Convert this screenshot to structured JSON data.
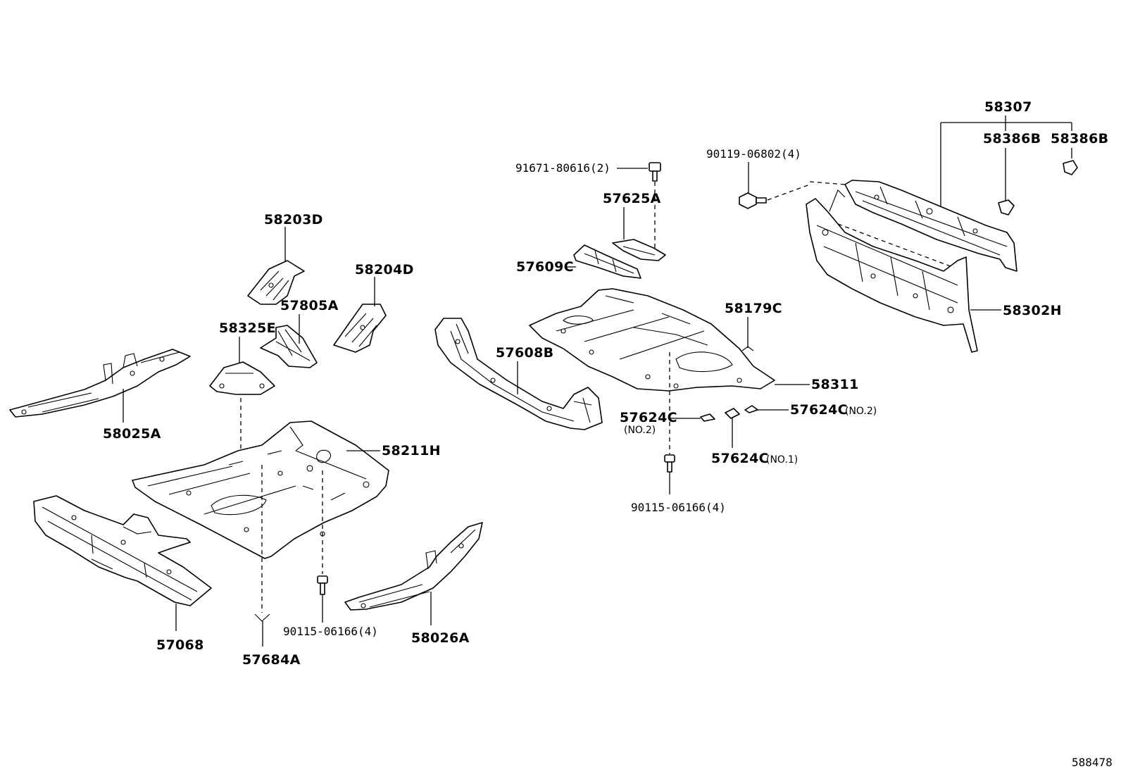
{
  "diagram_id": "588478",
  "labels": {
    "p58307": "58307",
    "p58386b_1": "58386B",
    "p58386b_2": "58386B",
    "p90119": "90119-06802(4)",
    "p91671": "91671-80616(2)",
    "p57625a": "57625A",
    "p57609c": "57609C",
    "p58203d": "58203D",
    "p58204d": "58204D",
    "p57805a": "57805A",
    "p58325e": "58325E",
    "p58025a": "58025A",
    "p58211h": "58211H",
    "p57608b": "57608B",
    "p58179c": "58179C",
    "p58302h": "58302H",
    "p58311": "58311",
    "p57624c_a": "57624C",
    "p57624c_a_sub": "(NO.2)",
    "p57624c_b": "57624C",
    "p57624c_b_sub": "(NO.2)",
    "p57624c_c": "57624C",
    "p57624c_c_sub": "(NO.1)",
    "p90115_r": "90115-06166(4)",
    "p90115_l": "90115-06166(4)",
    "p57068": "57068",
    "p57684a": "57684A",
    "p58026a": "58026A"
  }
}
